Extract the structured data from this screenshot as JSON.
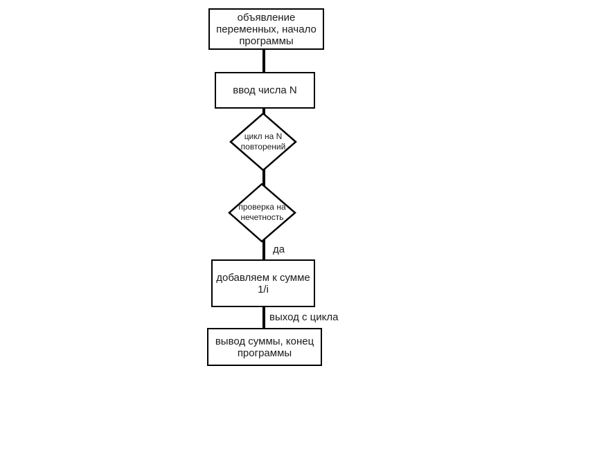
{
  "flowchart": {
    "nodes": {
      "start": {
        "shape": "rectangle",
        "lines": [
          "объявление",
          "переменных, начало",
          "программы"
        ]
      },
      "input": {
        "shape": "rectangle",
        "lines": [
          "ввод числа N"
        ]
      },
      "loop": {
        "shape": "diamond",
        "lines": [
          "цикл на N",
          "повторений"
        ]
      },
      "oddCheck": {
        "shape": "diamond",
        "lines": [
          "проверка на",
          "нечетность"
        ]
      },
      "addSum": {
        "shape": "rectangle",
        "lines": [
          "добавляем к сумме",
          "1/i"
        ]
      },
      "end": {
        "shape": "rectangle",
        "lines": [
          "вывод суммы, конец",
          "программы"
        ]
      }
    },
    "edge_labels": {
      "yes": "да",
      "loop_exit": "выход с цикла"
    },
    "colors": {
      "stroke": "#000000",
      "text": "#1a1a1a",
      "background": "#ffffff"
    }
  }
}
